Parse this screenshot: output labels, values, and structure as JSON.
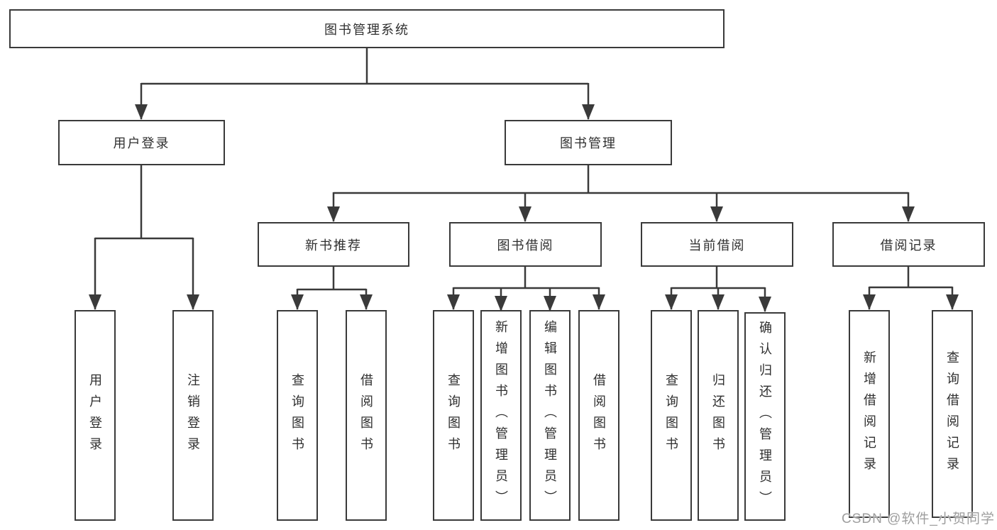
{
  "diagram": {
    "type": "hierarchy-tree",
    "root": {
      "label": "图书管理系统"
    },
    "children": [
      {
        "label": "用户登录",
        "children": [
          {
            "label": "用户登录"
          },
          {
            "label": "注销登录"
          }
        ]
      },
      {
        "label": "图书管理",
        "children": [
          {
            "label": "新书推荐",
            "children": [
              {
                "label": "查询图书"
              },
              {
                "label": "借阅图书"
              }
            ]
          },
          {
            "label": "图书借阅",
            "children": [
              {
                "label": "查询图书"
              },
              {
                "label": "新增图书（管理员）"
              },
              {
                "label": "编辑图书（管理员）"
              },
              {
                "label": "借阅图书"
              }
            ]
          },
          {
            "label": "当前借阅",
            "children": [
              {
                "label": "查询图书"
              },
              {
                "label": "归还图书"
              },
              {
                "label": "确认归还（管理员）"
              }
            ]
          },
          {
            "label": "借阅记录",
            "children": [
              {
                "label": "新增借阅记录"
              },
              {
                "label": "查询借阅记录"
              }
            ]
          }
        ]
      }
    ]
  },
  "watermark": {
    "text": "CSDN @软件_小贺同学"
  },
  "colors": {
    "line": "#3a3a3a",
    "box_border": "#3a3a3a",
    "text": "#2f2f2f",
    "background": "#ffffff",
    "watermark": "#9e9e9e"
  }
}
